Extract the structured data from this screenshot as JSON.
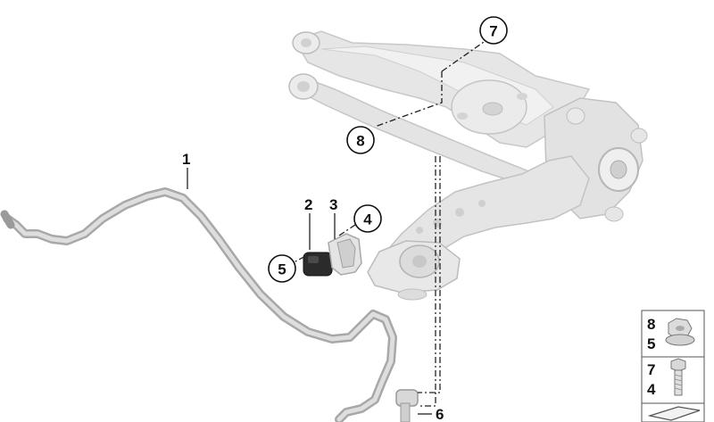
{
  "parts": {
    "p1": "1",
    "p2": "2",
    "p3": "3",
    "p4": "4",
    "p5": "5",
    "p6": "6",
    "p7": "7",
    "p8": "8"
  },
  "legend": {
    "row1_top": "8",
    "row1_bottom": "5",
    "row2_top": "7",
    "row2_bottom": "4"
  },
  "colors": {
    "line": "#222222",
    "part_fill": "#d9d9d9",
    "part_shadow": "#b8b8b8",
    "bushing": "#2b2b2b"
  }
}
